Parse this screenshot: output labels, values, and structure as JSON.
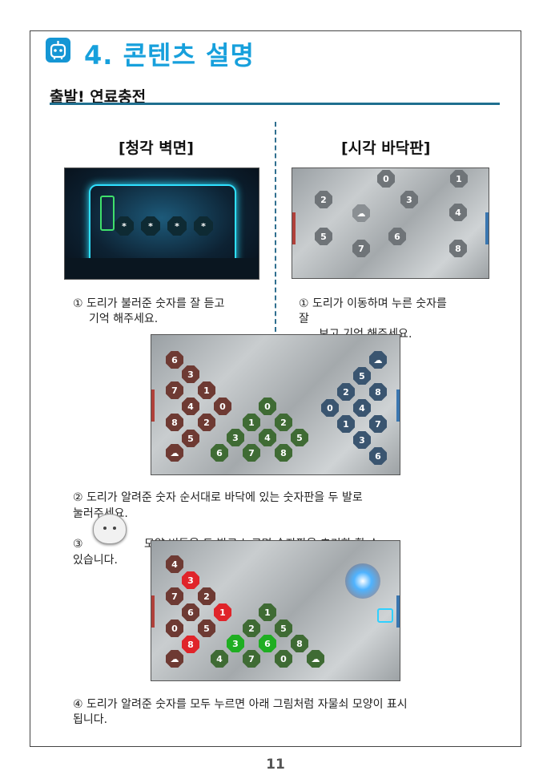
{
  "header": {
    "title": "4. 콘텐츠 설명",
    "subtitle": "출발! 연료충전"
  },
  "colors": {
    "accent": "#17a0dc",
    "rule": "#1f6f8f",
    "icon": "robot-icon"
  },
  "columns": {
    "left_heading": "[청각 벽면]",
    "right_heading": "[시각 바닥판]"
  },
  "captions": {
    "c1_left_line1": "① 도리가 불러준 숫자를 잘 듣고",
    "c1_left_line2": "기억 해주세요.",
    "c1_right_line1": "① 도리가 이동하며 누른 숫자를",
    "c1_right_line2": "잘",
    "c1_right_line3": "보고 기억 해주세요.",
    "c2_line1": "② 도리가 알려준 숫자 순서대로 바닥에 있는 숫자판을 두 발로",
    "c2_line2": "눌러주세요.",
    "c3_prefix": "③",
    "c3_line1": "모양 버튼을 두 발로 누르면 숫자판을 초기화 할 수",
    "c3_line2": "있습니다.",
    "c4_line1": "④ 도리가 알려준 숫자를 모두 누르면 아래 그림처럼 자물쇠 모양이 표시",
    "c4_line2": "됩니다."
  },
  "wall_image": {
    "slots": [
      "*",
      "*",
      "*",
      "*"
    ]
  },
  "floor_image": {
    "tiles": [
      {
        "label": "0",
        "col": "g"
      },
      {
        "label": "1",
        "col": "g"
      },
      {
        "label": "2",
        "col": "g"
      },
      {
        "label": "3",
        "col": "g"
      },
      {
        "label": "4",
        "col": "g"
      },
      {
        "label": "5",
        "col": "g"
      },
      {
        "label": "6",
        "col": "g"
      },
      {
        "label": "7",
        "col": "g"
      },
      {
        "label": "8",
        "col": "g"
      }
    ]
  },
  "board1": {
    "red": [
      "6",
      "3",
      "7",
      "1",
      "4",
      "0",
      "8",
      "2",
      "5"
    ],
    "green": [
      "0",
      "1",
      "2",
      "3",
      "4",
      "5",
      "6",
      "7",
      "8"
    ],
    "blue": [
      "5",
      "2",
      "8",
      "0",
      "4",
      "1",
      "7",
      "3",
      "6"
    ]
  },
  "board2": {
    "red": [
      "4",
      "3",
      "7",
      "2",
      "6",
      "1",
      "0",
      "5",
      "8"
    ],
    "green": [
      "1",
      "2",
      "5",
      "3",
      "6",
      "8",
      "4",
      "7",
      "0"
    ]
  },
  "page_number": "11"
}
